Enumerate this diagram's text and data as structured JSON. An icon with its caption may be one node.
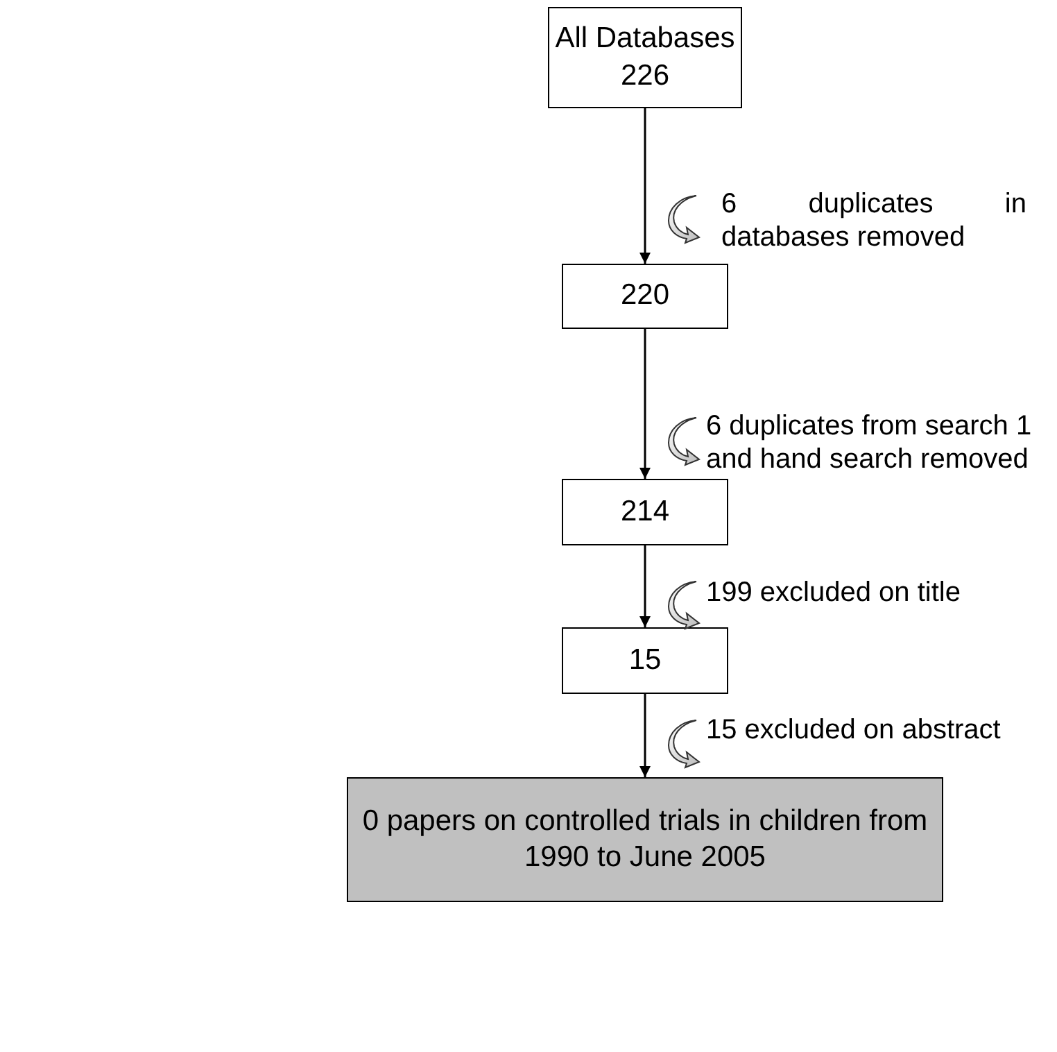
{
  "diagram": {
    "nodes": [
      {
        "text": [
          "All Databases",
          "226"
        ]
      },
      {
        "text": [
          "220"
        ]
      },
      {
        "text": [
          "214"
        ]
      },
      {
        "text": [
          "15"
        ]
      },
      {
        "text": [
          "0 papers on controlled trials in children from 1990 to June 2005"
        ]
      }
    ],
    "edges": [
      {
        "from": 0,
        "to": 1,
        "arrow": "to",
        "label": "6 duplicates in databases removed"
      },
      {
        "from": 1,
        "to": 2,
        "arrow": "to",
        "label": "6 duplicates from search 1 and hand search removed"
      },
      {
        "from": 2,
        "to": 3,
        "arrow": "to",
        "label": "199 excluded on title"
      },
      {
        "from": 3,
        "to": 4,
        "arrow": "to",
        "label": "15 excluded on abstract"
      }
    ]
  }
}
